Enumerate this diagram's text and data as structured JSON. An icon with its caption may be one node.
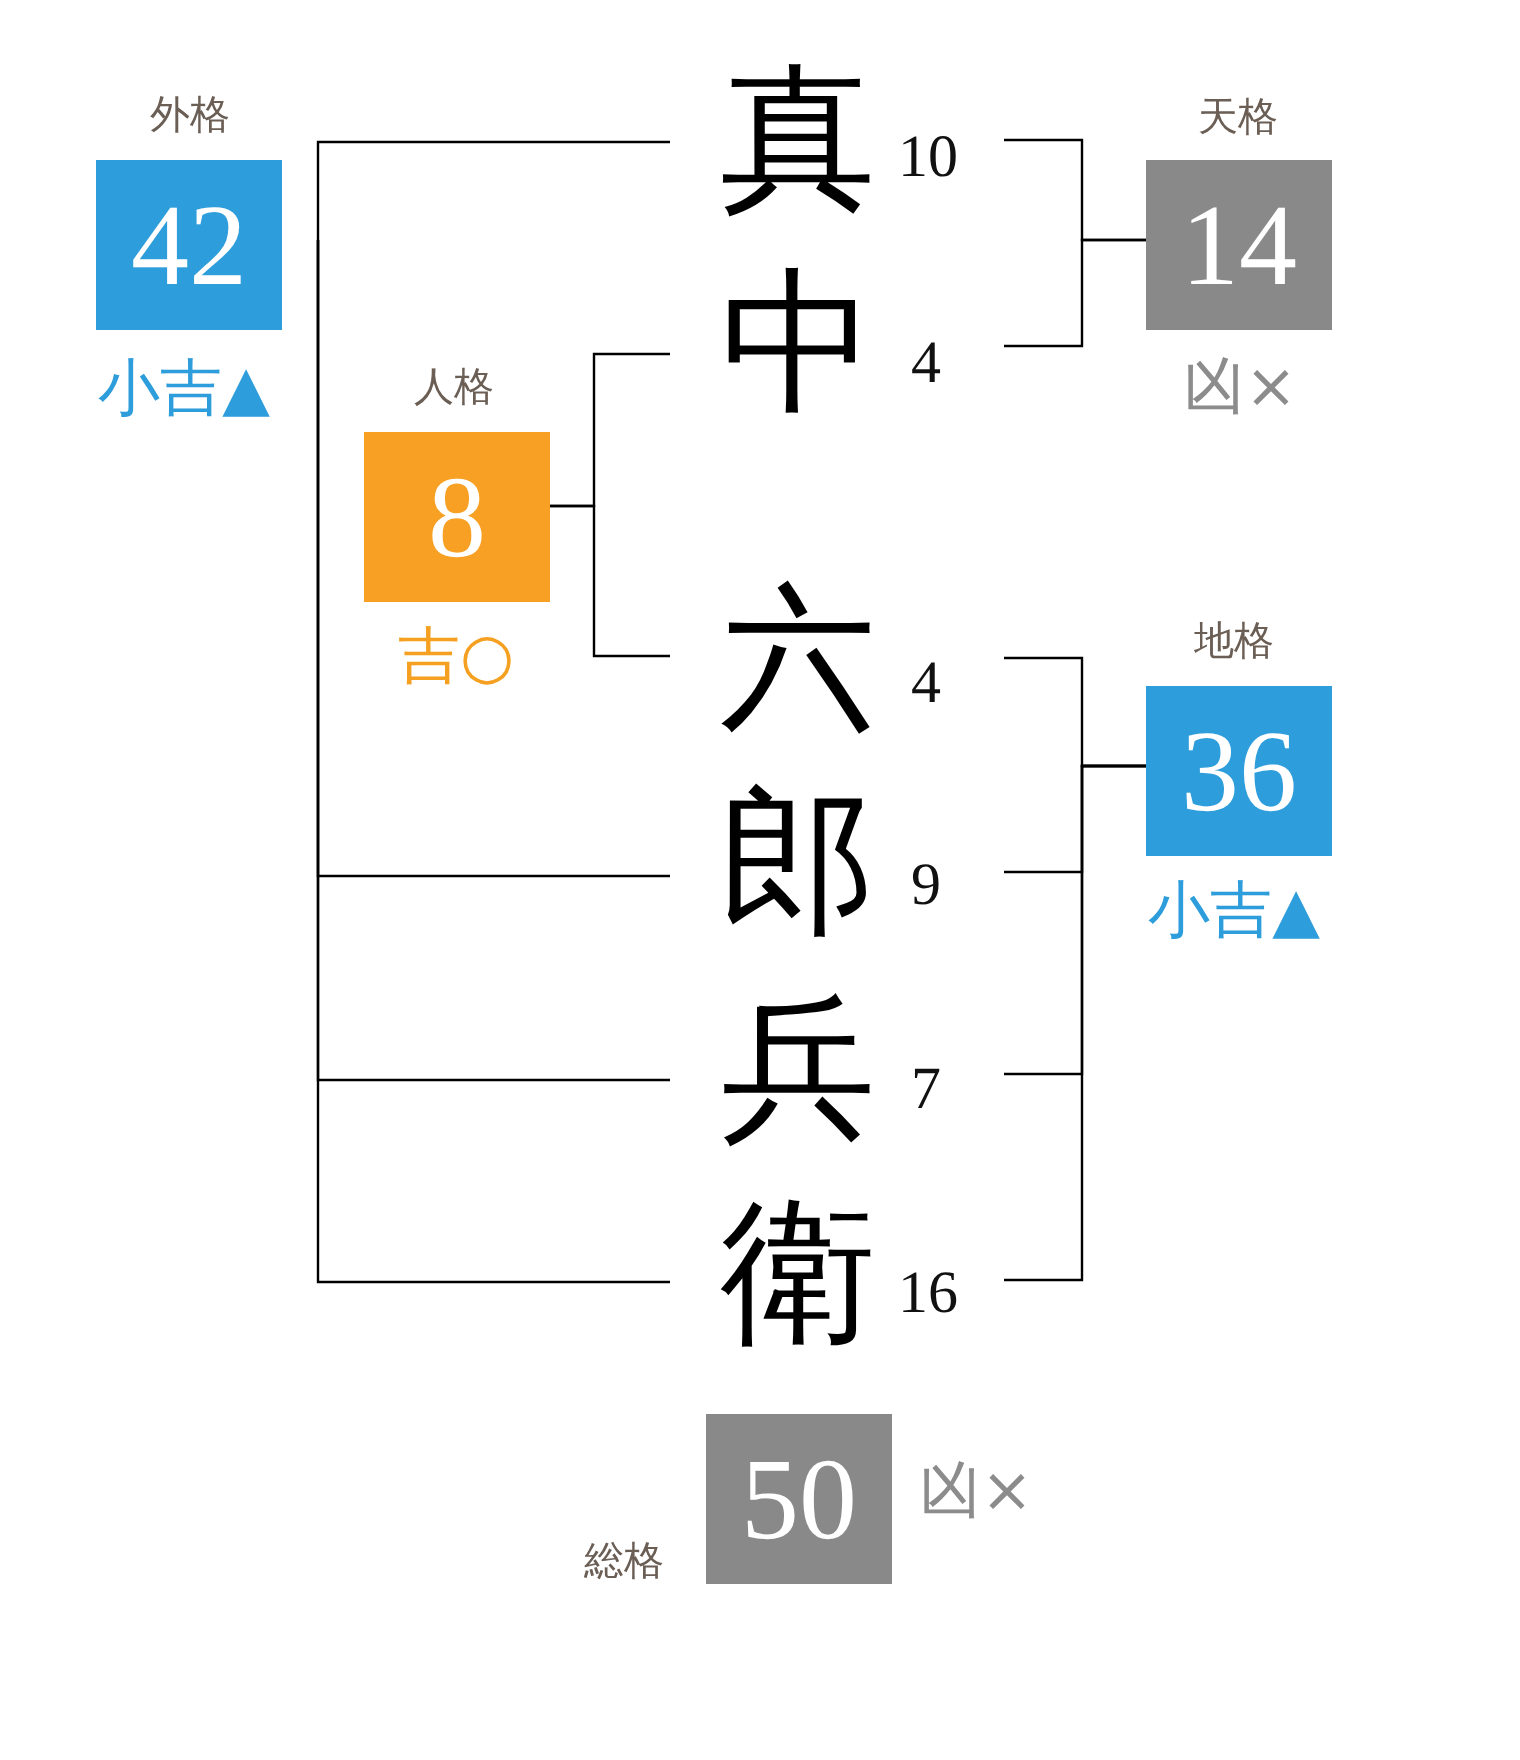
{
  "diagram": {
    "nodes": [
      {
        "text": [
          "外格",
          "42"
        ],
        "beside": [
          "小吉▲"
        ]
      },
      {
        "text": [
          "真"
        ],
        "beside": [
          "10"
        ]
      },
      {
        "text": [
          "天格",
          "14"
        ],
        "beside": [
          "凶×"
        ]
      },
      {
        "text": [
          "中"
        ],
        "beside": [
          "4"
        ]
      },
      {
        "text": [
          "人格",
          "8"
        ],
        "beside": [
          "吉○"
        ]
      },
      {
        "text": [
          "六"
        ],
        "beside": [
          "4"
        ]
      },
      {
        "text": [
          "地格",
          "36"
        ],
        "beside": [
          "小吉▲"
        ]
      },
      {
        "text": [
          "郎"
        ],
        "beside": [
          "9"
        ]
      },
      {
        "text": [
          "兵"
        ],
        "beside": [
          "7"
        ]
      },
      {
        "text": [
          "衛"
        ],
        "beside": [
          "16"
        ]
      },
      {
        "text": [
          "総格",
          "50"
        ],
        "beside": [
          "凶×"
        ]
      }
    ],
    "edges": [
      {
        "from": 1,
        "to": 2,
        "arrow": "none"
      },
      {
        "from": 3,
        "to": 2,
        "arrow": "none"
      },
      {
        "from": 3,
        "to": 4,
        "arrow": "none"
      },
      {
        "from": 5,
        "to": 4,
        "arrow": "none"
      },
      {
        "from": 5,
        "to": 6,
        "arrow": "none"
      },
      {
        "from": 7,
        "to": 6,
        "arrow": "none"
      },
      {
        "from": 8,
        "to": 6,
        "arrow": "none"
      },
      {
        "from": 9,
        "to": 6,
        "arrow": "none"
      },
      {
        "from": 1,
        "to": 0,
        "arrow": "none"
      },
      {
        "from": 7,
        "to": 0,
        "arrow": "none"
      },
      {
        "from": 8,
        "to": 0,
        "arrow": "none"
      },
      {
        "from": 9,
        "to": 0,
        "arrow": "none"
      }
    ]
  }
}
